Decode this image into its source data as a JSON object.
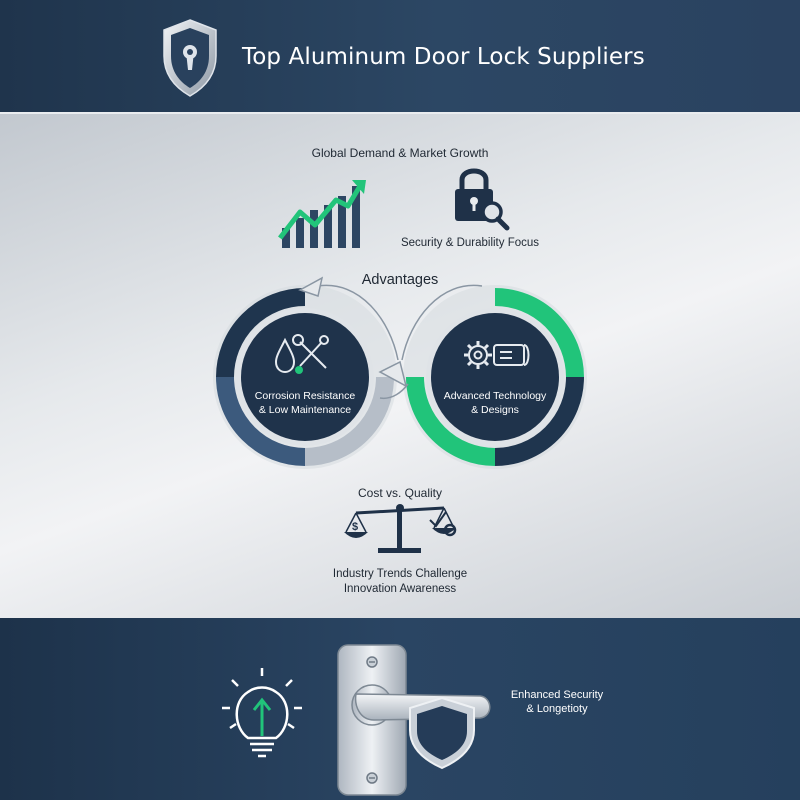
{
  "header": {
    "title": "Top Aluminum Door Lock Suppliers",
    "logo": "shield-keyhole-icon"
  },
  "sections": {
    "demand": {
      "label": "Global Demand & Market Growth",
      "icon": "growth-chart-icon"
    },
    "security": {
      "label": "Security & Durability Focus",
      "icon": "padlock-search-icon"
    },
    "advantages": {
      "title": "Advantages",
      "left": {
        "line1": "Corrosion Resistance",
        "line2": "& Low Maintenance",
        "icon": "droplet-tools-icon"
      },
      "right": {
        "line1": "Advanced Technology",
        "line2": "& Designs",
        "icon": "gear-blueprint-icon"
      }
    },
    "cost": {
      "label": "Cost vs. Quality",
      "icon": "balance-scale-icon"
    },
    "trends": {
      "line1": "Industry Trends Challenge",
      "line2": "Innovation Awareness"
    }
  },
  "footer": {
    "line1": "Enhanced Security",
    "line2": "& Longetioty",
    "icons": [
      "lightbulb-icon",
      "door-handle-icon",
      "shield-icon"
    ]
  },
  "colors": {
    "navy": "#1d334b",
    "accent_green": "#21c47a",
    "slate_blue": "#3c5a7d",
    "light_gray": "#b7bec7"
  }
}
